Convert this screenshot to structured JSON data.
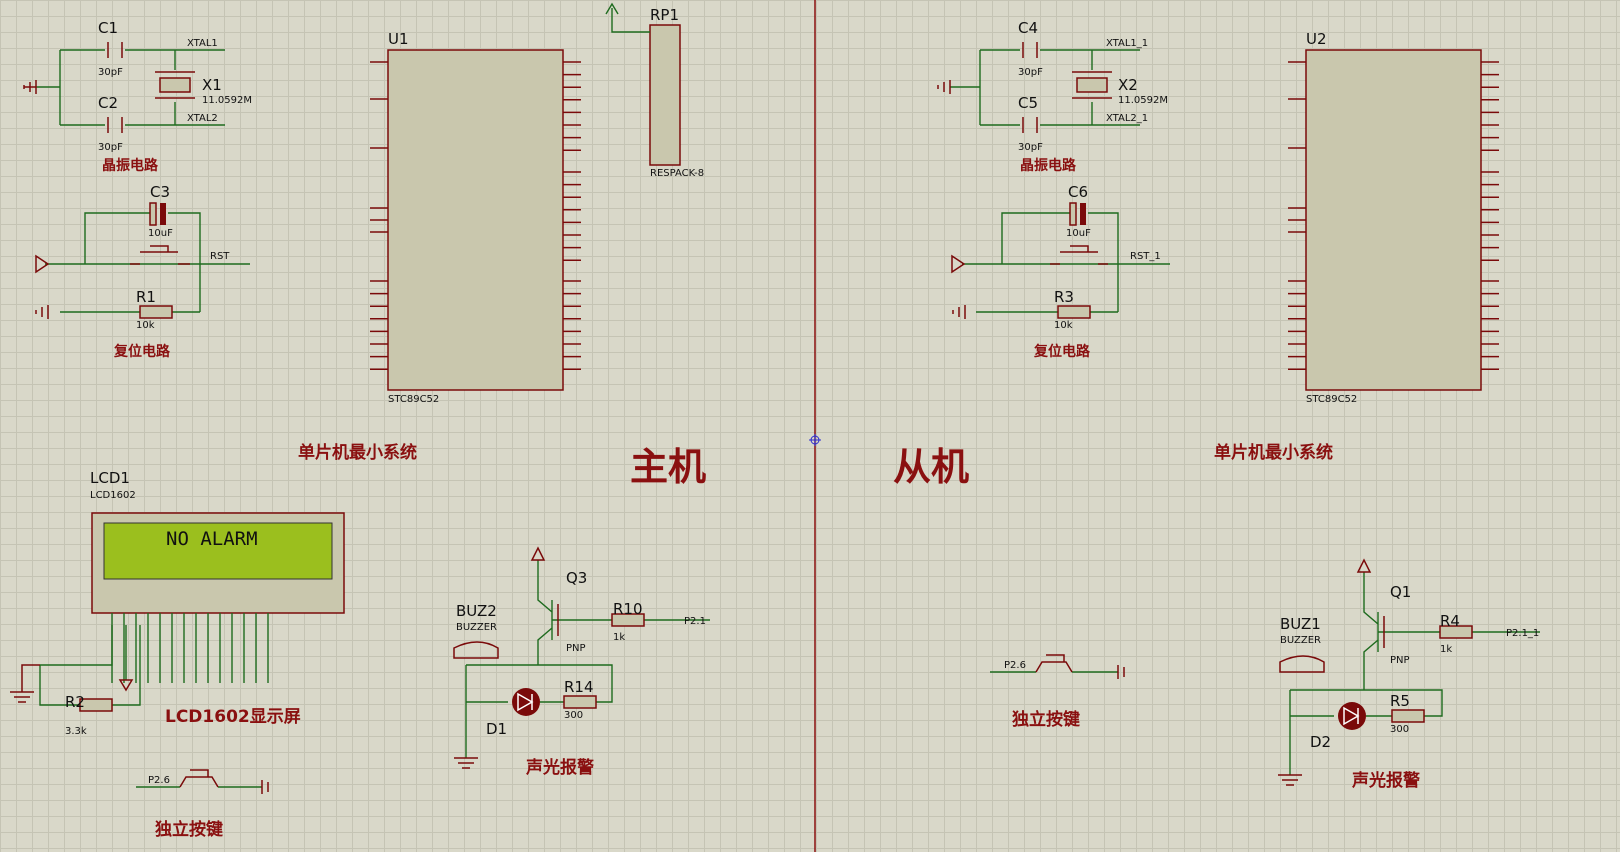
{
  "labels": {
    "C1": "C1",
    "C1v": "30pF",
    "C2": "C2",
    "C2v": "30pF",
    "X1": "X1",
    "X1v": "11.0592M",
    "XT1": "XTAL1",
    "XT2": "XTAL2",
    "osc1": "晶振电路",
    "C3": "C3",
    "C3v": "10uF",
    "R1": "R1",
    "R1v": "10k",
    "rst1": "RST",
    "reset1": "复位电路",
    "U1": "U1",
    "U1type": "STC89C52",
    "RP1": "RP1",
    "RP1type": "RESPACK-8",
    "sys1": "单片机最小系统",
    "master": "主机",
    "slave": "从机",
    "C4": "C4",
    "C4v": "30pF",
    "C5": "C5",
    "C5v": "30pF",
    "X2": "X2",
    "X2v": "11.0592M",
    "XT1b": "XTAL1_1",
    "XT2b": "XTAL2_1",
    "osc2": "晶振电路",
    "C6": "C6",
    "C6v": "10uF",
    "R3": "R3",
    "R3v": "10k",
    "rst2": "RST_1",
    "reset2": "复位电路",
    "U2": "U2",
    "U2type": "STC89C52",
    "sys2": "单片机最小系统",
    "LCD1": "LCD1",
    "LCD1type": "LCD1602",
    "lcdText": "NO ALARM",
    "lcdTitle": "LCD1602显示屏",
    "R2": "R2",
    "R2v": "3.3k",
    "key1": "独立按键",
    "P26": "P2.6",
    "BUZ2": "BUZ2",
    "BUZ2t": "BUZZER",
    "Q3": "Q3",
    "Q3t": "PNP",
    "R10": "R10",
    "R10v": "1k",
    "P21": "P2.1",
    "R14": "R14",
    "R14v": "300",
    "D1": "D1",
    "alarm1": "声光报警",
    "key2": "独立按键",
    "P26b": "P2.6",
    "BUZ1": "BUZ1",
    "BUZ1t": "BUZZER",
    "Q1": "Q1",
    "Q1t": "PNP",
    "R4": "R4",
    "R4v": "1k",
    "P21b": "P2.1_1",
    "R5": "R5",
    "R5v": "300",
    "D2": "D2",
    "alarm2": "声光报警"
  },
  "colors": {
    "wire": "#1e6b1e",
    "component": "#7a0a0a",
    "section": "#8a1010",
    "lcd": "#9bbf1e"
  }
}
